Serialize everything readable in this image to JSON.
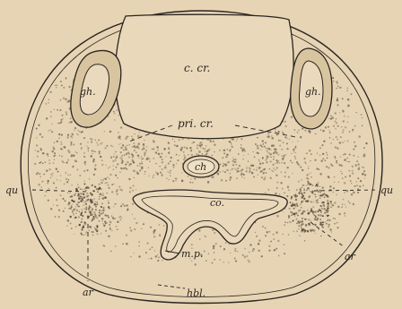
{
  "labels": {
    "cavum_cranii": "c. cr.",
    "gh_left": "gh.",
    "gh_right": "gh.",
    "pri_cr": "pri. cr.",
    "ch": "ch",
    "qu_left": "qu",
    "qu_right": "qu",
    "co": "co.",
    "mp": "m.p.",
    "ar_left": "ar",
    "ar_right": "ar",
    "hbl": "hbl."
  },
  "colors": {
    "paper": "#e6d4b4",
    "ink": "#2a2520",
    "stipple": "#6a5a48"
  }
}
